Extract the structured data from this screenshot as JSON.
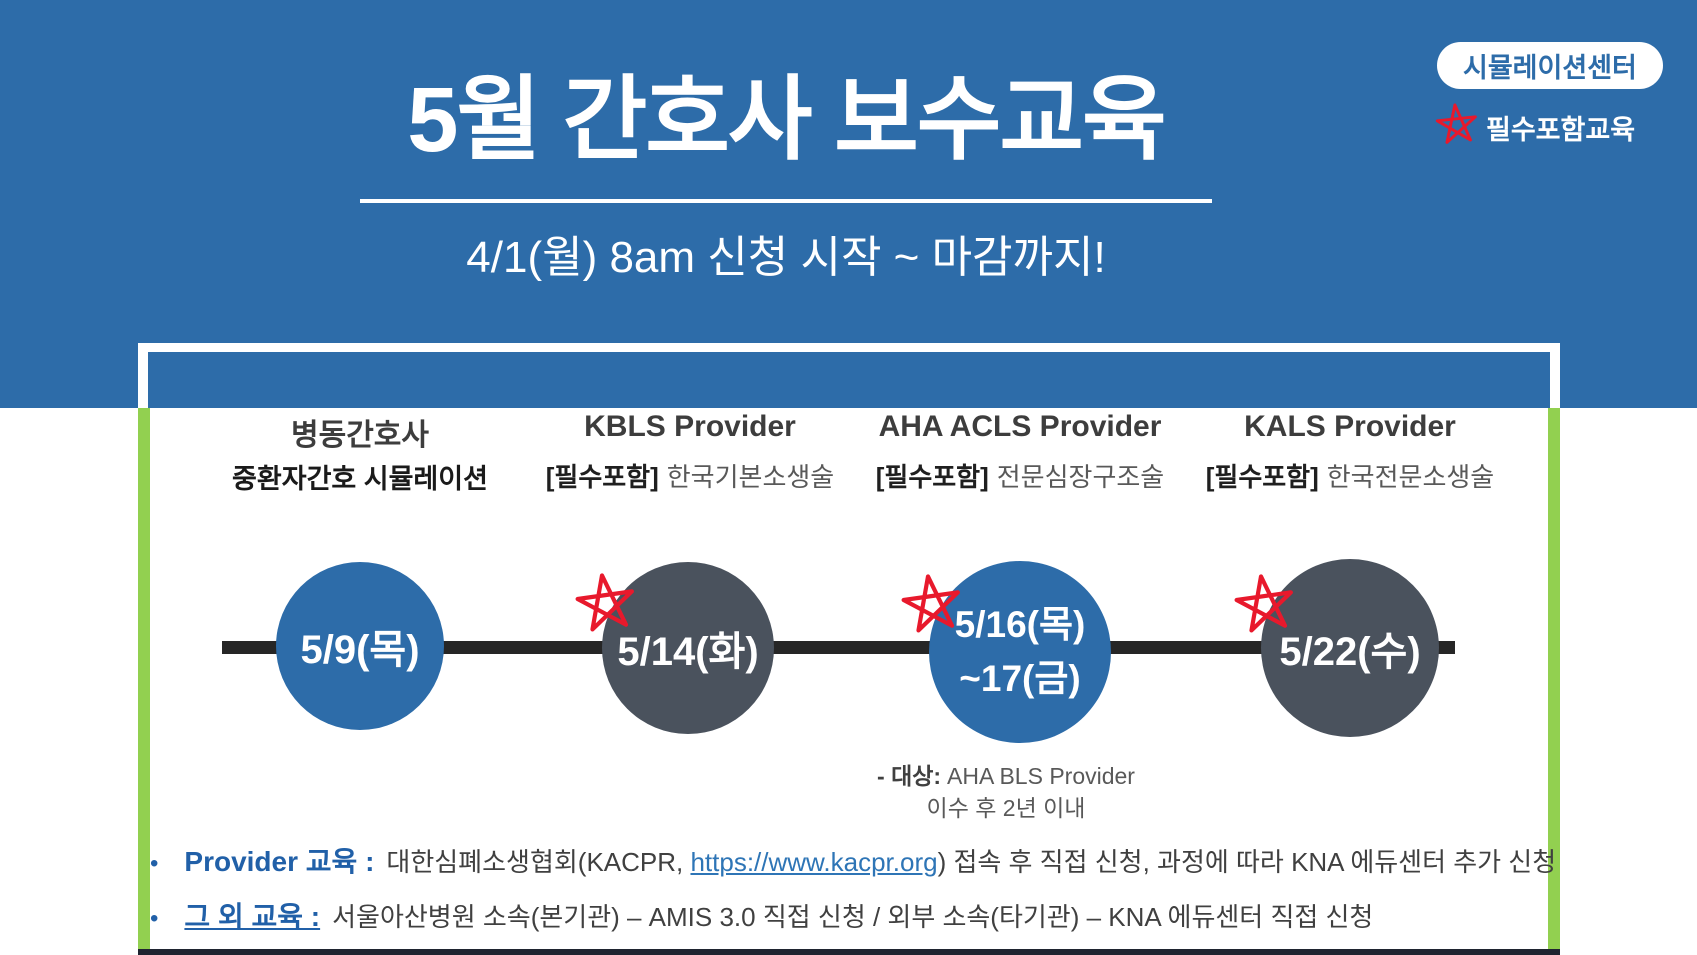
{
  "colors": {
    "header_blue": "#2d6ca9",
    "circle_dark": "#4a525d",
    "border_green": "#92d050",
    "star_red": "#e8192c",
    "label_blue": "#2160a8",
    "link_blue": "#2e75b6"
  },
  "header": {
    "title": "5월 간호사 보수교육",
    "subtitle": "4/1(월) 8am 신청 시작 ~ 마감까지!",
    "badge": "시뮬레이션센터",
    "legend": "필수포함교육"
  },
  "timeline": {
    "events": [
      {
        "title": "병동간호사",
        "subtitle": "중환자간호 시뮬레이션",
        "date": "5/9(목)"
      },
      {
        "title": "KBLS Provider",
        "tag": "[필수포함]",
        "subtitle": "한국기본소생술",
        "date": "5/14(화)"
      },
      {
        "title": "AHA ACLS Provider",
        "tag": "[필수포함]",
        "subtitle": "전문심장구조술",
        "date": "5/16(목)",
        "date2": "~17(금)",
        "note_label": "- 대상:",
        "note_text": "AHA BLS Provider",
        "note_line2": "이수 후 2년 이내"
      },
      {
        "title": "KALS Provider",
        "tag": "[필수포함]",
        "subtitle": "한국전문소생술",
        "date": "5/22(수)"
      }
    ]
  },
  "footer": {
    "bullets": [
      {
        "marker": "•",
        "label": "Provider 교육 :",
        "before_link": "대한심폐소생협회(KACPR, ",
        "link": "https://www.kacpr.org",
        "after_link": ") 접속 후 직접 신청, 과정에 따라 KNA 에듀센터 추가 신청"
      },
      {
        "marker": "•",
        "label": "그 외 교육 :",
        "text": "서울아산병원 소속(본기관) – AMIS 3.0 직접 신청 / 외부 소속(타기관) – KNA 에듀센터 직접 신청"
      }
    ]
  }
}
